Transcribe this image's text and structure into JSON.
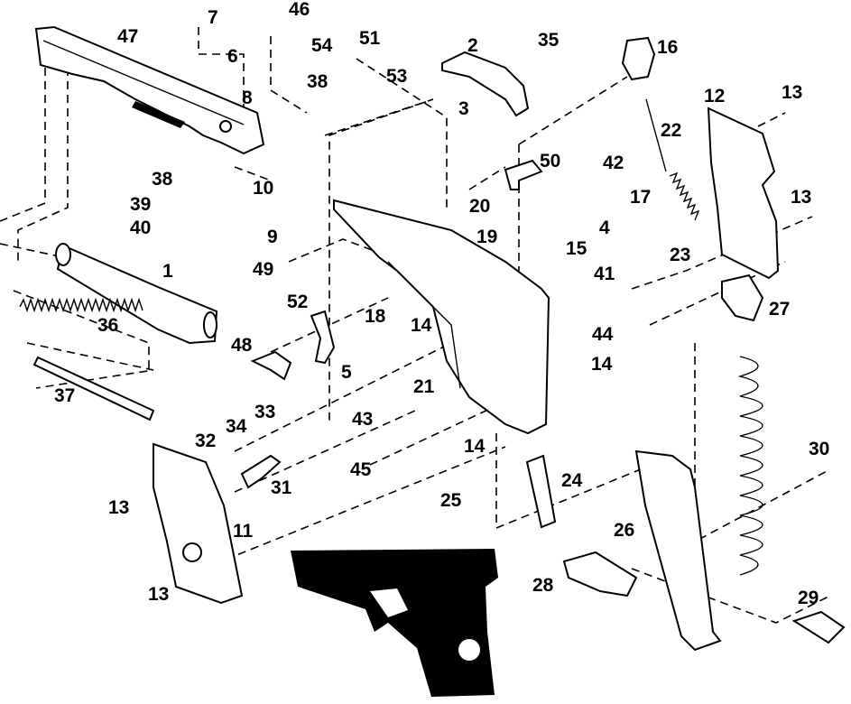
{
  "part_numbers": {
    "p1": "1",
    "p2": "2",
    "p3": "3",
    "p4": "4",
    "p5": "5",
    "p6": "6",
    "p7": "7",
    "p8": "8",
    "p9": "9",
    "p10": "10",
    "p11": "11",
    "p12": "12",
    "p13a": "13",
    "p13b": "13",
    "p13c": "13",
    "p13d": "13",
    "p14a": "14",
    "p14b": "14",
    "p14c": "14",
    "p15": "15",
    "p16": "16",
    "p17": "17",
    "p18": "18",
    "p19": "19",
    "p20": "20",
    "p21": "21",
    "p22": "22",
    "p23": "23",
    "p24": "24",
    "p25": "25",
    "p26": "26",
    "p27": "27",
    "p28": "28",
    "p29": "29",
    "p30": "30",
    "p31": "31",
    "p32": "32",
    "p33": "33",
    "p34": "34",
    "p35": "35",
    "p36": "36",
    "p37": "37",
    "p38a": "38",
    "p38b": "38",
    "p39": "39",
    "p40": "40",
    "p41": "41",
    "p42": "42",
    "p43": "43",
    "p44": "44",
    "p45": "45",
    "p46": "46",
    "p47": "47",
    "p48": "48",
    "p49": "49",
    "p50": "50",
    "p51": "51",
    "p52": "52",
    "p53": "53",
    "p54": "54"
  }
}
